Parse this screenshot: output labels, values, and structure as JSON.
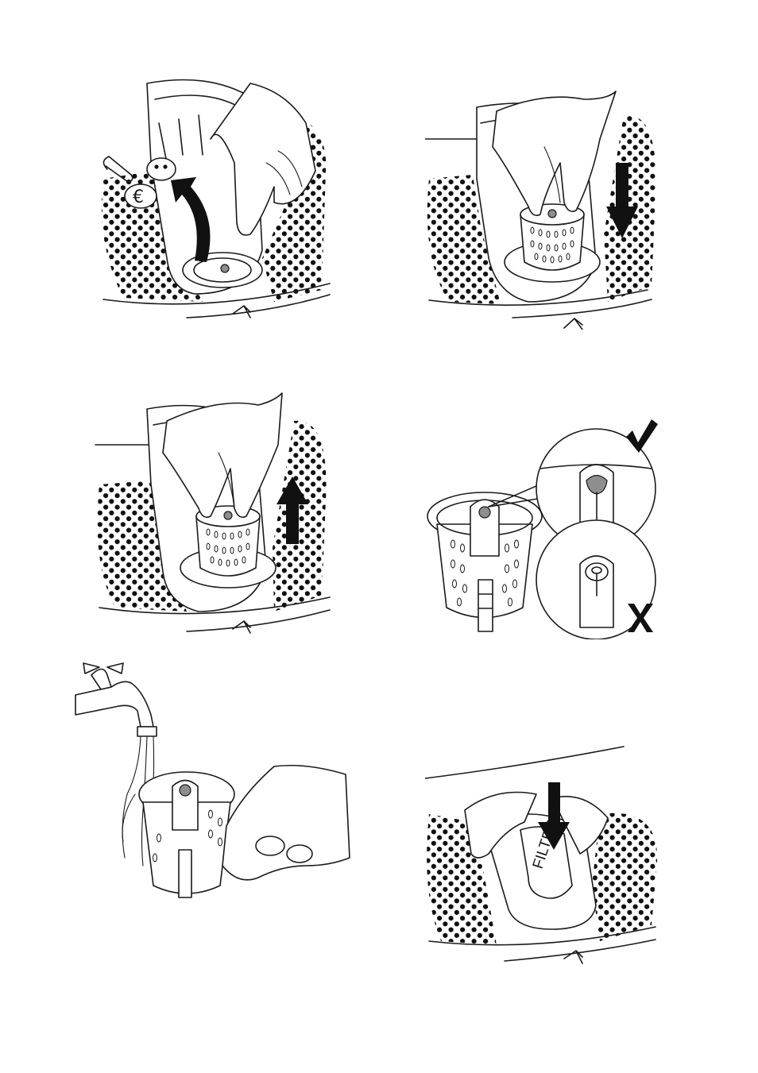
{
  "figures": [
    {
      "id": "step-1"
    },
    {
      "id": "step-2"
    },
    {
      "id": "step-3"
    },
    {
      "id": "step-4"
    },
    {
      "id": "step-5"
    },
    {
      "id": "step-6"
    }
  ],
  "labels": {
    "coin_symbol": "€",
    "filter_label": "FILTER"
  },
  "icons": {
    "arrow_up": "arrow-up-icon",
    "arrow_down": "arrow-down-icon",
    "curved_arrow": "curved-arrow-icon",
    "check": "check-mark-icon",
    "cross": "cross-mark-icon"
  },
  "colors": {
    "line": "#1a1a1a",
    "valve_grey": "#8e8e8e",
    "dots": "#111111"
  }
}
